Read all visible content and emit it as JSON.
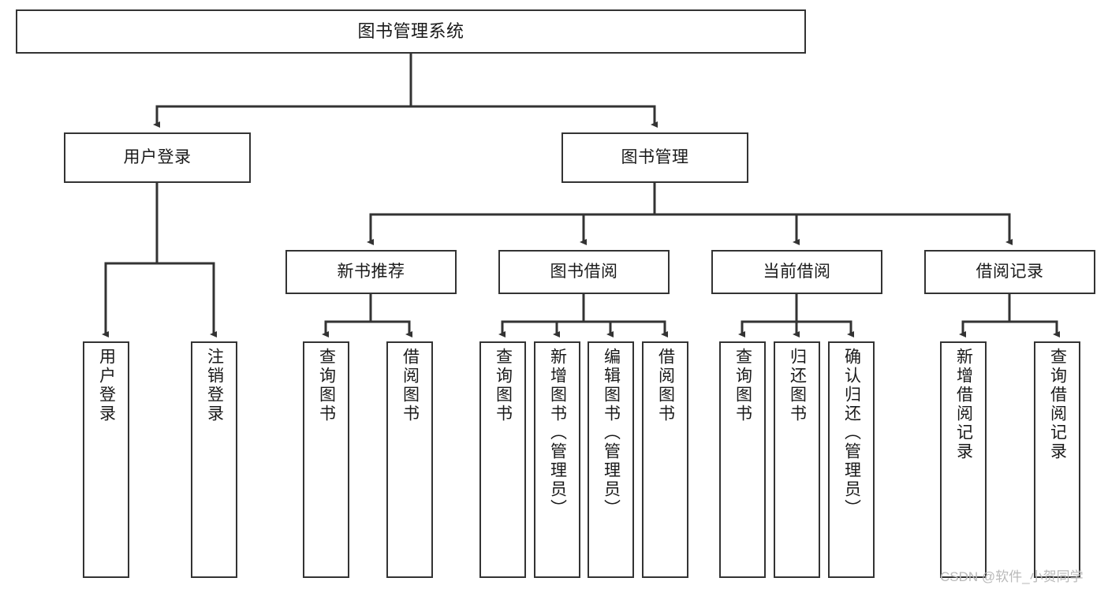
{
  "diagram": {
    "title": "图书管理系统",
    "type": "tree",
    "watermark": "CSDN @软件_小贺同学",
    "colors": {
      "box_border": "#333333",
      "box_fill": "#ffffff",
      "edge": "#333333",
      "text": "#1a1a1a",
      "watermark": "#b9b9b9",
      "background": "#ffffff"
    },
    "nodes": {
      "root": {
        "label": "图书管理系统"
      },
      "level2": [
        {
          "id": "user-login",
          "label": "用户登录"
        },
        {
          "id": "book-manage",
          "label": "图书管理"
        }
      ],
      "level3": [
        {
          "id": "new-book-recommend",
          "label": "新书推荐"
        },
        {
          "id": "book-borrow",
          "label": "图书借阅"
        },
        {
          "id": "current-borrow",
          "label": "当前借阅"
        },
        {
          "id": "borrow-record",
          "label": "借阅记录"
        }
      ],
      "leaves": {
        "user_login": [
          {
            "id": "leaf-user-login",
            "label": "用户登录"
          },
          {
            "id": "leaf-logout-login",
            "label": "注销登录"
          }
        ],
        "new_book_recommend": [
          {
            "id": "leaf-query-book-1",
            "label": "查询图书"
          },
          {
            "id": "leaf-borrow-book-1",
            "label": "借阅图书"
          }
        ],
        "book_borrow": [
          {
            "id": "leaf-query-book-2",
            "label": "查询图书"
          },
          {
            "id": "leaf-add-book",
            "label": "新增图书（管理员）"
          },
          {
            "id": "leaf-edit-book",
            "label": "编辑图书（管理员）"
          },
          {
            "id": "leaf-borrow-book-2",
            "label": "借阅图书"
          }
        ],
        "current_borrow": [
          {
            "id": "leaf-query-book-3",
            "label": "查询图书"
          },
          {
            "id": "leaf-return-book",
            "label": "归还图书"
          },
          {
            "id": "leaf-confirm-return",
            "label": "确认归还（管理员）"
          }
        ],
        "borrow_record": [
          {
            "id": "leaf-add-record",
            "label": "新增借阅记录"
          },
          {
            "id": "leaf-query-record",
            "label": "查询借阅记录"
          }
        ]
      }
    }
  }
}
